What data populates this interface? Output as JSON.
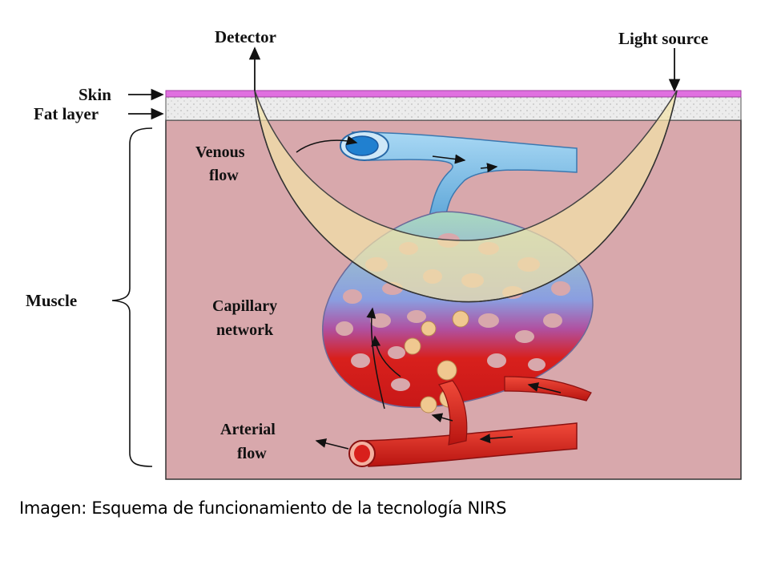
{
  "labels": {
    "detector": "Detector",
    "light_source": "Light source",
    "skin": "Skin",
    "fat_layer": "Fat layer",
    "muscle": "Muscle",
    "venous_1": "Venous",
    "venous_2": "flow",
    "capillary_1": "Capillary",
    "capillary_2": "network",
    "arterial_1": "Arterial",
    "arterial_2": "flow"
  },
  "caption": "Imagen: Esquema de funcionamiento de la tecnología NIRS",
  "colors": {
    "skin": "#e070e0",
    "fat": "#e8e8e8",
    "muscle": "#d8a8ac",
    "light_path": "#f4e4a8",
    "vein": "#7ab8e0",
    "artery": "#d8201c",
    "capillary_mix": "#a8d8c0",
    "fat_cell": "#f0c890"
  }
}
